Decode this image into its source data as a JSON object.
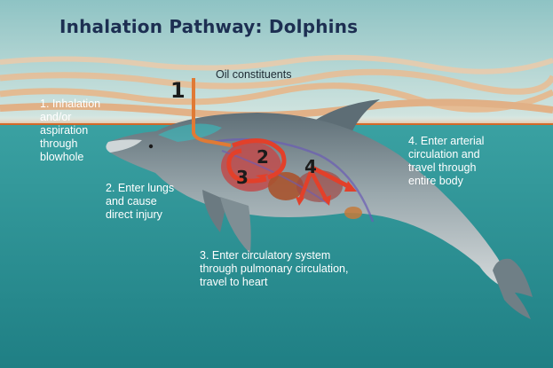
{
  "title": "Inhalation Pathway: Dolphins",
  "source_label": "Oil constituents",
  "steps": [
    {
      "number": "1",
      "text": "1. Inhalation\nand/or\naspiration\nthrough\nblowhole"
    },
    {
      "number": "2",
      "text": "2. Enter lungs\nand cause\ndirect injury"
    },
    {
      "number": "3",
      "text": "3. Enter circulatory system\nthrough pulmonary circulation,\ntravel to heart"
    },
    {
      "number": "4",
      "text": "4. Enter arterial\ncirculation and\ntravel through\nentire body"
    }
  ],
  "colors": {
    "sky": "#a9d2d2",
    "water": "#2a8f93",
    "oil": "#e07a35",
    "arrow": "#e2402a",
    "title": "#1d2f52"
  }
}
